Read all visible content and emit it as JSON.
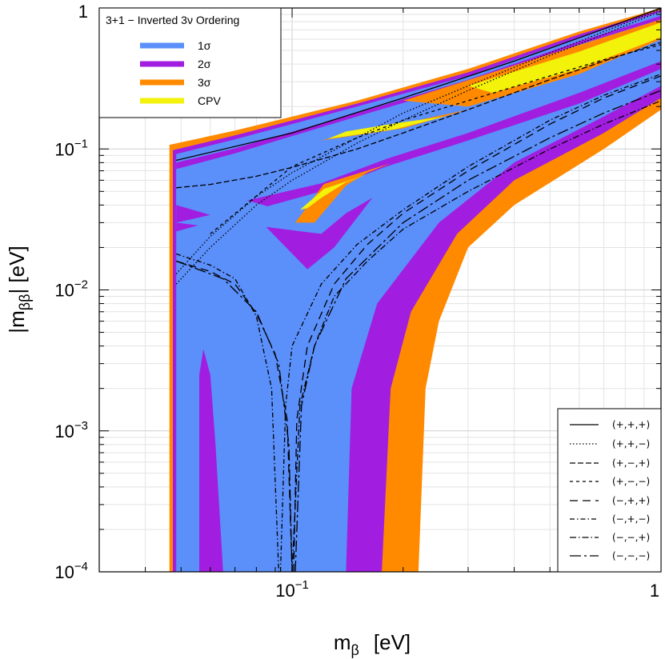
{
  "chart_data": {
    "type": "area",
    "title": "",
    "xlabel": "m",
    "xlabel_sub": "β",
    "xlabel_unit": "[eV]",
    "ylabel": "|m",
    "ylabel_sub": "ββ",
    "ylabel_unit": "|   [eV]",
    "x_scale": "log",
    "y_scale": "log",
    "xlim": [
      0.03,
      1
    ],
    "ylim": [
      0.0001,
      1
    ],
    "grid": true,
    "x_ticks": [
      {
        "value": 0.1,
        "base": "10",
        "exp": "−1"
      },
      {
        "value": 1,
        "base": "1",
        "exp": ""
      }
    ],
    "y_ticks": [
      {
        "value": 1,
        "base": "1",
        "exp": ""
      },
      {
        "value": 0.1,
        "base": "10",
        "exp": "−1"
      },
      {
        "value": 0.01,
        "base": "10",
        "exp": "−2"
      },
      {
        "value": 0.001,
        "base": "10",
        "exp": "−3"
      },
      {
        "value": 0.0001,
        "base": "10",
        "exp": "−4"
      }
    ],
    "band_legend": {
      "title": "3+1 − Inverted 3ν Ordering",
      "placement": "top-left",
      "entries": [
        {
          "label": "1σ",
          "color": "#5b8ff9"
        },
        {
          "label": "2σ",
          "color": "#a11ee0"
        },
        {
          "label": "3σ",
          "color": "#ff8a00"
        },
        {
          "label": "CPV",
          "color": "#f2f20a"
        }
      ]
    },
    "line_legend": {
      "placement": "bottom-right",
      "entries": [
        {
          "label": "(+,+,+)",
          "dash": ""
        },
        {
          "label": "(+,+,−)",
          "dash": "1.5,2.5"
        },
        {
          "label": "(+,−,+)",
          "dash": "7,3"
        },
        {
          "label": "(+,−,−)",
          "dash": "4,4"
        },
        {
          "label": "(−,+,+)",
          "dash": "10,6"
        },
        {
          "label": "(−,+,−)",
          "dash": "6,3,1.5,3"
        },
        {
          "label": "(−,−,+)",
          "dash": "8,3,1.5,3"
        },
        {
          "label": "(−,−,−)",
          "dash": "14,4,3,4"
        }
      ]
    },
    "bands": [
      {
        "name": "3σ",
        "color": "#ff8a00",
        "polygon": [
          [
            0.0465,
            0.0001
          ],
          [
            0.0465,
            0.107
          ],
          [
            0.07,
            0.135
          ],
          [
            0.15,
            0.22
          ],
          [
            0.3,
            0.37
          ],
          [
            0.6,
            0.68
          ],
          [
            1,
            1.0
          ],
          [
            1,
            0.19
          ],
          [
            0.7,
            0.1
          ],
          [
            0.4,
            0.04
          ],
          [
            0.3,
            0.02
          ],
          [
            0.25,
            0.006
          ],
          [
            0.23,
            0.002
          ],
          [
            0.22,
            0.0001
          ]
        ]
      },
      {
        "name": "2σ",
        "color": "#a11ee0",
        "polygon": [
          [
            0.0475,
            0.0001
          ],
          [
            0.0475,
            0.098
          ],
          [
            0.07,
            0.125
          ],
          [
            0.15,
            0.21
          ],
          [
            0.3,
            0.35
          ],
          [
            0.6,
            0.65
          ],
          [
            1,
            0.97
          ],
          [
            1,
            0.23
          ],
          [
            0.7,
            0.13
          ],
          [
            0.4,
            0.06
          ],
          [
            0.28,
            0.025
          ],
          [
            0.21,
            0.007
          ],
          [
            0.185,
            0.002
          ],
          [
            0.175,
            0.0001
          ]
        ]
      },
      {
        "name": "1σ",
        "color": "#5b8ff9",
        "polygon": [
          [
            0.0485,
            0.0001
          ],
          [
            0.0485,
            0.092
          ],
          [
            0.07,
            0.117
          ],
          [
            0.15,
            0.2
          ],
          [
            0.3,
            0.33
          ],
          [
            0.6,
            0.62
          ],
          [
            1,
            0.94
          ],
          [
            1,
            0.28
          ],
          [
            0.7,
            0.17
          ],
          [
            0.4,
            0.08
          ],
          [
            0.25,
            0.03
          ],
          [
            0.17,
            0.008
          ],
          [
            0.145,
            0.002
          ],
          [
            0.14,
            0.0001
          ]
        ]
      },
      {
        "name": "2σ",
        "color": "#a11ee0",
        "polygon": [
          [
            0.056,
            0.0001
          ],
          [
            0.056,
            0.0025
          ],
          [
            0.0575,
            0.0038
          ],
          [
            0.06,
            0.0025
          ],
          [
            0.062,
            0.0008
          ],
          [
            0.065,
            0.0001
          ]
        ]
      },
      {
        "name": "1σ",
        "color": "#5b8ff9",
        "polygon": [
          [
            0.051,
            0.0005
          ],
          [
            0.0525,
            0.0005
          ],
          [
            0.0525,
            0.01
          ],
          [
            0.051,
            0.01
          ]
        ]
      },
      {
        "name": "2σ",
        "color": "#a11ee0",
        "polygon": [
          [
            0.0485,
            0.08
          ],
          [
            0.07,
            0.101
          ],
          [
            0.15,
            0.18
          ],
          [
            0.3,
            0.31
          ],
          [
            0.6,
            0.58
          ],
          [
            1,
            0.88
          ],
          [
            1,
            0.37
          ],
          [
            0.6,
            0.21
          ],
          [
            0.3,
            0.115
          ],
          [
            0.18,
            0.075
          ],
          [
            0.12,
            0.05
          ],
          [
            0.0485,
            0.026
          ]
        ]
      },
      {
        "name": "1σ",
        "color": "#5b8ff9",
        "polygon": [
          [
            0.0485,
            0.072
          ],
          [
            0.07,
            0.093
          ],
          [
            0.15,
            0.17
          ],
          [
            0.3,
            0.29
          ],
          [
            0.6,
            0.55
          ],
          [
            1,
            0.83
          ],
          [
            1,
            0.42
          ],
          [
            0.6,
            0.25
          ],
          [
            0.3,
            0.13
          ],
          [
            0.18,
            0.085
          ],
          [
            0.12,
            0.057
          ],
          [
            0.0485,
            0.033
          ]
        ]
      },
      {
        "name": "1σ",
        "color": "#5b8ff9",
        "polygon": [
          [
            0.0485,
            0.03
          ],
          [
            0.06,
            0.028
          ],
          [
            0.08,
            0.02
          ],
          [
            0.1,
            0.014
          ],
          [
            0.12,
            0.017
          ],
          [
            0.14,
            0.035
          ],
          [
            0.16,
            0.05
          ],
          [
            0.12,
            0.045
          ],
          [
            0.1,
            0.035
          ],
          [
            0.0485,
            0.06
          ]
        ]
      },
      {
        "name": "2σ",
        "color": "#a11ee0",
        "polygon": [
          [
            0.0485,
            0.04
          ],
          [
            0.06,
            0.034
          ],
          [
            0.0485,
            0.03
          ]
        ]
      },
      {
        "name": "2σ",
        "color": "#a11ee0",
        "polygon": [
          [
            0.085,
            0.028
          ],
          [
            0.11,
            0.014
          ],
          [
            0.13,
            0.02
          ],
          [
            0.165,
            0.045
          ],
          [
            0.14,
            0.035
          ],
          [
            0.12,
            0.025
          ]
        ]
      },
      {
        "name": "3σ",
        "color": "#ff8a00",
        "polygon": [
          [
            0.2,
            0.22
          ],
          [
            0.5,
            0.47
          ],
          [
            1,
            0.83
          ],
          [
            1,
            0.6
          ],
          [
            0.6,
            0.34
          ],
          [
            0.3,
            0.2
          ]
        ]
      },
      {
        "name": "CPV",
        "color": "#f2f20a",
        "polygon": [
          [
            0.3,
            0.28
          ],
          [
            0.6,
            0.49
          ],
          [
            1,
            0.79
          ],
          [
            1,
            0.62
          ],
          [
            0.6,
            0.37
          ],
          [
            0.35,
            0.25
          ]
        ]
      },
      {
        "name": "3σ",
        "color": "#ff8a00",
        "polygon": [
          [
            0.12,
            0.115
          ],
          [
            0.2,
            0.14
          ],
          [
            0.3,
            0.19
          ],
          [
            0.22,
            0.16
          ],
          [
            0.15,
            0.135
          ]
        ]
      },
      {
        "name": "CPV",
        "color": "#f2f20a",
        "polygon": [
          [
            0.125,
            0.118
          ],
          [
            0.19,
            0.138
          ],
          [
            0.26,
            0.17
          ],
          [
            0.19,
            0.152
          ],
          [
            0.14,
            0.133
          ]
        ]
      },
      {
        "name": "3σ",
        "color": "#ff8a00",
        "polygon": [
          [
            0.102,
            0.03
          ],
          [
            0.122,
            0.0565
          ],
          [
            0.185,
            0.079
          ],
          [
            0.16,
            0.068
          ],
          [
            0.14,
            0.055
          ],
          [
            0.115,
            0.03
          ]
        ]
      },
      {
        "name": "CPV",
        "color": "#f2f20a",
        "polygon": [
          [
            0.105,
            0.037
          ],
          [
            0.122,
            0.052
          ],
          [
            0.16,
            0.066
          ],
          [
            0.14,
            0.058
          ],
          [
            0.12,
            0.045
          ],
          [
            0.11,
            0.038
          ]
        ]
      }
    ],
    "lines": [
      {
        "name": "(+,+,+)",
        "dash": "",
        "points": [
          [
            0.0485,
            0.083
          ],
          [
            0.1,
            0.13
          ],
          [
            0.2,
            0.23
          ],
          [
            0.4,
            0.42
          ],
          [
            0.7,
            0.71
          ],
          [
            1,
            1.0
          ]
        ]
      },
      {
        "name": "(+,+,−)",
        "dash": "1.5,2.5",
        "points": [
          [
            0.0485,
            0.011
          ],
          [
            0.06,
            0.02
          ],
          [
            0.08,
            0.04
          ],
          [
            0.1,
            0.06
          ],
          [
            0.15,
            0.11
          ],
          [
            0.2,
            0.16
          ],
          [
            0.3,
            0.26
          ],
          [
            0.5,
            0.46
          ],
          [
            0.7,
            0.65
          ],
          [
            1,
            0.95
          ]
        ]
      },
      {
        "name": "(+,+,−)",
        "dash": "1.5,2.5",
        "points": [
          [
            0.0485,
            0.013
          ],
          [
            0.06,
            0.024
          ],
          [
            0.08,
            0.046
          ],
          [
            0.1,
            0.068
          ],
          [
            0.15,
            0.12
          ],
          [
            0.2,
            0.18
          ],
          [
            0.3,
            0.28
          ],
          [
            0.5,
            0.48
          ],
          [
            0.7,
            0.68
          ],
          [
            1,
            0.98
          ]
        ]
      },
      {
        "name": "(+,−,+)",
        "dash": "7,3",
        "points": [
          [
            0.0485,
            0.053
          ],
          [
            0.06,
            0.056
          ],
          [
            0.08,
            0.064
          ],
          [
            0.1,
            0.074
          ],
          [
            0.15,
            0.1
          ],
          [
            0.2,
            0.13
          ],
          [
            0.3,
            0.19
          ],
          [
            0.5,
            0.31
          ],
          [
            0.7,
            0.42
          ],
          [
            1,
            0.57
          ]
        ]
      },
      {
        "name": "(+,−,−)",
        "dash": "4,4",
        "points": [
          [
            0.06,
            0.025
          ],
          [
            0.1,
            0.075
          ],
          [
            0.15,
            0.12
          ],
          [
            0.2,
            0.16
          ],
          [
            0.3,
            0.22
          ],
          [
            0.5,
            0.33
          ],
          [
            0.7,
            0.43
          ],
          [
            1,
            0.55
          ]
        ]
      },
      {
        "name": "(−,+,+)",
        "dash": "10,6",
        "points": [
          [
            0.0485,
            0.016
          ],
          [
            0.06,
            0.0135
          ],
          [
            0.07,
            0.011
          ],
          [
            0.08,
            0.0068
          ],
          [
            0.09,
            0.0035
          ],
          [
            0.097,
            0.0012
          ],
          [
            0.1,
            0.0001
          ]
        ]
      },
      {
        "name": "(−,+,+)",
        "dash": "10,6",
        "points": [
          [
            0.101,
            0.0001
          ],
          [
            0.103,
            0.0012
          ],
          [
            0.11,
            0.004
          ],
          [
            0.13,
            0.011
          ],
          [
            0.16,
            0.021
          ],
          [
            0.2,
            0.035
          ],
          [
            0.3,
            0.07
          ],
          [
            0.5,
            0.15
          ],
          [
            0.7,
            0.23
          ],
          [
            1,
            0.33
          ]
        ]
      },
      {
        "name": "(−,+,−)",
        "dash": "6,3,1.5,3",
        "points": [
          [
            0.0485,
            0.018
          ],
          [
            0.06,
            0.015
          ],
          [
            0.07,
            0.012
          ],
          [
            0.08,
            0.0065
          ],
          [
            0.088,
            0.002
          ],
          [
            0.092,
            0.0001
          ]
        ]
      },
      {
        "name": "(−,+,−)",
        "dash": "6,3,1.5,3",
        "points": [
          [
            0.093,
            0.0001
          ],
          [
            0.096,
            0.0015
          ],
          [
            0.1,
            0.004
          ],
          [
            0.12,
            0.011
          ],
          [
            0.15,
            0.021
          ],
          [
            0.2,
            0.037
          ],
          [
            0.3,
            0.075
          ],
          [
            0.5,
            0.16
          ],
          [
            0.7,
            0.24
          ],
          [
            1,
            0.34
          ]
        ]
      },
      {
        "name": "(−,−,+)",
        "dash": "8,3,1.5,3",
        "points": [
          [
            0.1,
            0.0001
          ],
          [
            0.105,
            0.0015
          ],
          [
            0.115,
            0.004
          ],
          [
            0.13,
            0.009
          ],
          [
            0.16,
            0.016
          ],
          [
            0.2,
            0.027
          ],
          [
            0.3,
            0.05
          ],
          [
            0.5,
            0.1
          ],
          [
            0.7,
            0.15
          ],
          [
            1,
            0.22
          ]
        ]
      },
      {
        "name": "(−,−,−)",
        "dash": "14,4,3,4",
        "points": [
          [
            0.0485,
            0.016
          ],
          [
            0.065,
            0.012
          ],
          [
            0.08,
            0.007
          ],
          [
            0.092,
            0.003
          ],
          [
            0.098,
            0.0008
          ],
          [
            0.1,
            0.0001
          ]
        ]
      },
      {
        "name": "(−,−,−)",
        "dash": "14,4,3,4",
        "points": [
          [
            0.102,
            0.0001
          ],
          [
            0.106,
            0.0015
          ],
          [
            0.115,
            0.004
          ],
          [
            0.14,
            0.012
          ],
          [
            0.2,
            0.03
          ],
          [
            0.3,
            0.06
          ],
          [
            0.5,
            0.12
          ],
          [
            0.7,
            0.18
          ],
          [
            1,
            0.26
          ]
        ]
      }
    ]
  }
}
